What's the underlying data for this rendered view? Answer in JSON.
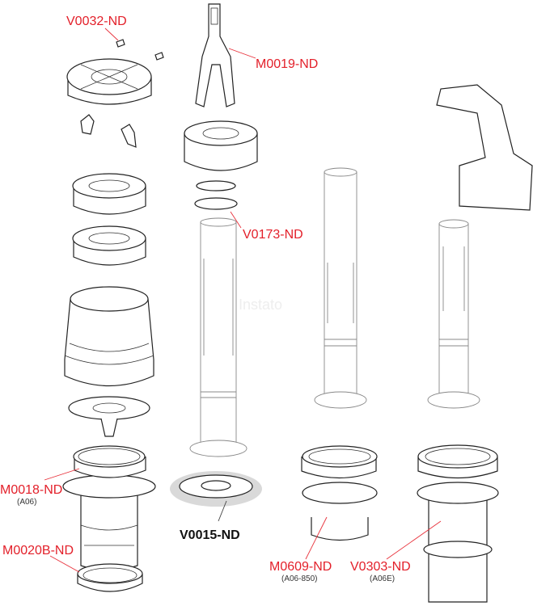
{
  "watermark": "Instato",
  "colors": {
    "label": "#e3202a",
    "highlight": "#d9d9d9",
    "line": "#222222"
  },
  "labels": {
    "v0032": {
      "code": "V0032-ND"
    },
    "m0019": {
      "code": "M0019-ND"
    },
    "v0173": {
      "code": "V0173-ND"
    },
    "v0015": {
      "code": "V0015-ND"
    },
    "m0018": {
      "code": "M0018-ND",
      "variant": "(A06)"
    },
    "m0020b": {
      "code": "M0020B-ND"
    },
    "m0609": {
      "code": "M0609-ND",
      "variant": "(A06-850)"
    },
    "v0303": {
      "code": "V0303-ND",
      "variant": "(A06E)"
    }
  }
}
